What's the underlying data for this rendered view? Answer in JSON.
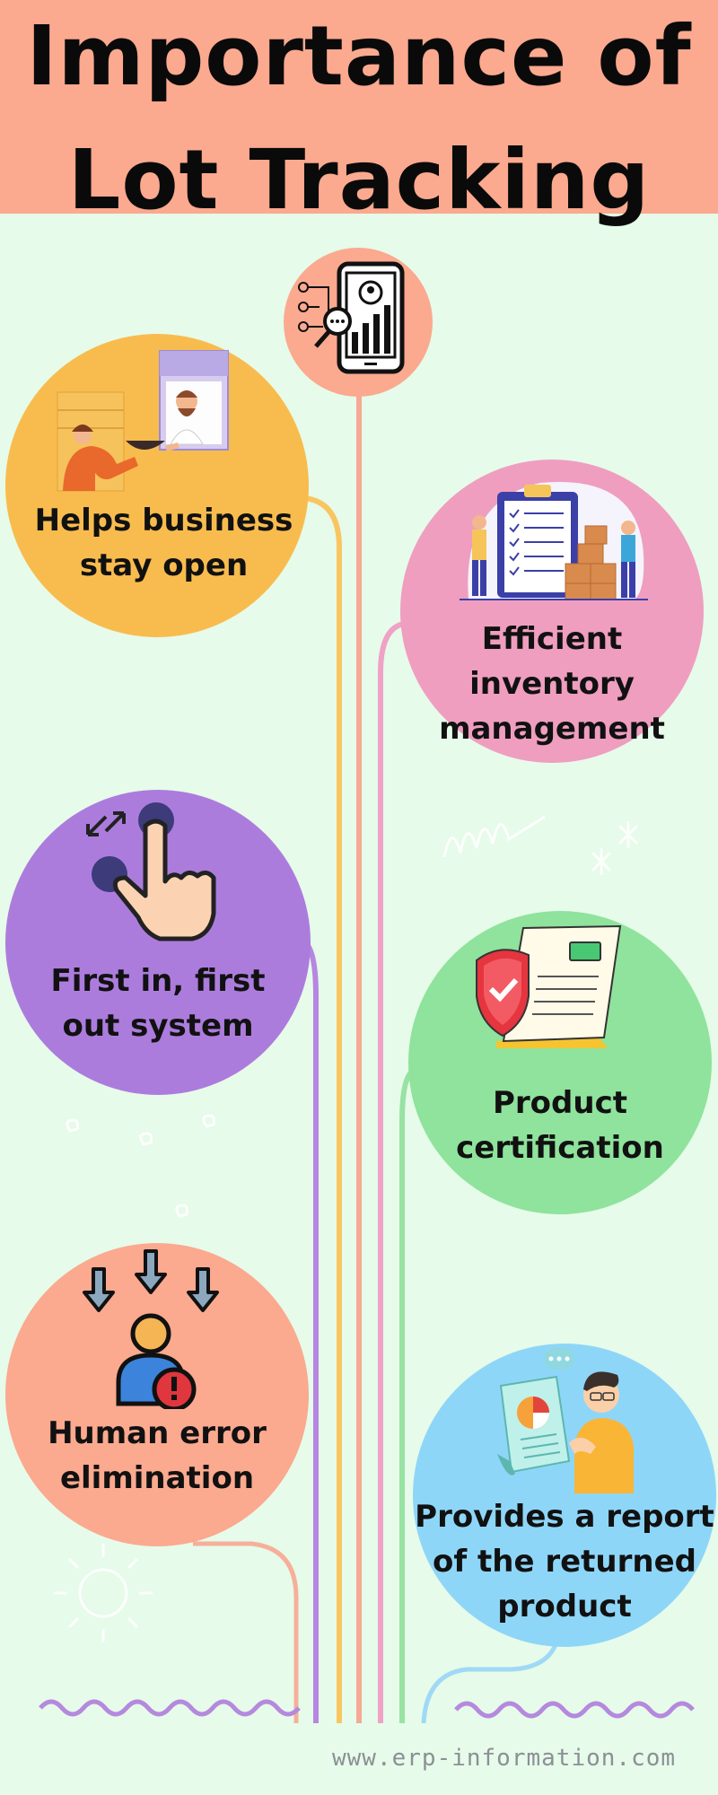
{
  "title": "Importance of\nLot Tracking",
  "colors": {
    "header": "#fba98f",
    "background": "#e6fbe9",
    "yellow": "#f8bc4e",
    "pink": "#ef9ec0",
    "purple": "#ac7cdd",
    "green": "#8fe39c",
    "salmon": "#fba98f",
    "blue": "#8ed6f8"
  },
  "items": [
    {
      "label": "Helps business\nstay open",
      "icon": "business-handshake-icon"
    },
    {
      "label": "Efficient inventory\nmanagement",
      "icon": "inventory-clipboard-icon"
    },
    {
      "label": "First in, first\nout system",
      "icon": "tap-hand-icon"
    },
    {
      "label": "Product\ncertification",
      "icon": "certificate-shield-icon"
    },
    {
      "label": "Human error\nelimination",
      "icon": "user-error-icon"
    },
    {
      "label": "Provides a report\nof the returned\nproduct",
      "icon": "report-person-icon"
    }
  ],
  "top_icon": "phone-analytics-icon",
  "footer": "www.erp-information.com"
}
